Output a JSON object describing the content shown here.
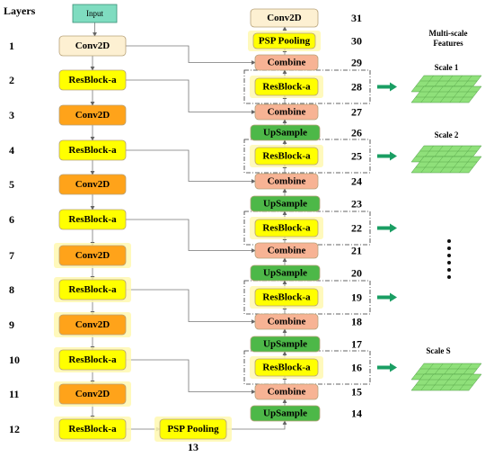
{
  "header": {
    "layers_title": "Layers",
    "multiscale_title_line1": "Multi-scale",
    "multiscale_title_line2": "Features"
  },
  "input_label": "Input",
  "encoder": [
    {
      "num": "1",
      "label": "Conv2D",
      "style": "conv_light"
    },
    {
      "num": "2",
      "label": "ResBlock-a",
      "style": "res"
    },
    {
      "num": "3",
      "label": "Conv2D",
      "style": "conv"
    },
    {
      "num": "4",
      "label": "ResBlock-a",
      "style": "res"
    },
    {
      "num": "5",
      "label": "Conv2D",
      "style": "conv"
    },
    {
      "num": "6",
      "label": "ResBlock-a",
      "style": "res"
    },
    {
      "num": "7",
      "label": "Conv2D",
      "style": "conv"
    },
    {
      "num": "8",
      "label": "ResBlock-a",
      "style": "res"
    },
    {
      "num": "9",
      "label": "Conv2D",
      "style": "conv"
    },
    {
      "num": "10",
      "label": "ResBlock-a",
      "style": "res"
    },
    {
      "num": "11",
      "label": "Conv2D",
      "style": "conv"
    },
    {
      "num": "12",
      "label": "ResBlock-a",
      "style": "res"
    }
  ],
  "bottom_psp": {
    "num": "13",
    "label": "PSP Pooling"
  },
  "decoder": [
    {
      "num": "14",
      "label": "UpSample",
      "style": "up"
    },
    {
      "num": "15",
      "label": "Combine",
      "style": "combine"
    },
    {
      "num": "16",
      "label": "ResBlock-a",
      "style": "res"
    },
    {
      "num": "17",
      "label": "UpSample",
      "style": "up"
    },
    {
      "num": "18",
      "label": "Combine",
      "style": "combine"
    },
    {
      "num": "19",
      "label": "ResBlock-a",
      "style": "res"
    },
    {
      "num": "20",
      "label": "UpSample",
      "style": "up"
    },
    {
      "num": "21",
      "label": "Combine",
      "style": "combine"
    },
    {
      "num": "22",
      "label": "ResBlock-a",
      "style": "res"
    },
    {
      "num": "23",
      "label": "UpSample",
      "style": "up"
    },
    {
      "num": "24",
      "label": "Combine",
      "style": "combine"
    },
    {
      "num": "25",
      "label": "ResBlock-a",
      "style": "res"
    },
    {
      "num": "26",
      "label": "UpSample",
      "style": "up"
    },
    {
      "num": "27",
      "label": "Combine",
      "style": "combine"
    },
    {
      "num": "28",
      "label": "ResBlock-a",
      "style": "res"
    },
    {
      "num": "29",
      "label": "Combine",
      "style": "combine"
    },
    {
      "num": "30",
      "label": "PSP Pooling",
      "style": "psp"
    },
    {
      "num": "31",
      "label": "Conv2D",
      "style": "conv_light"
    }
  ],
  "scales": [
    {
      "label": "Scale 1"
    },
    {
      "label": "Scale 2"
    },
    {
      "label": ""
    },
    {
      "label": ""
    },
    {
      "label": "Scale S"
    }
  ],
  "colors": {
    "input": "#7fdcc0",
    "conv_light": "#fdf0d2",
    "res": "#ffff00",
    "conv": "#ffa31a",
    "combine": "#f7b394",
    "up": "#4db848",
    "psp": "#ffff00",
    "glow": "#fff8b0",
    "arrow_green": "#1a9e63",
    "grid_green": "#8fe07a",
    "line": "#777777"
  }
}
